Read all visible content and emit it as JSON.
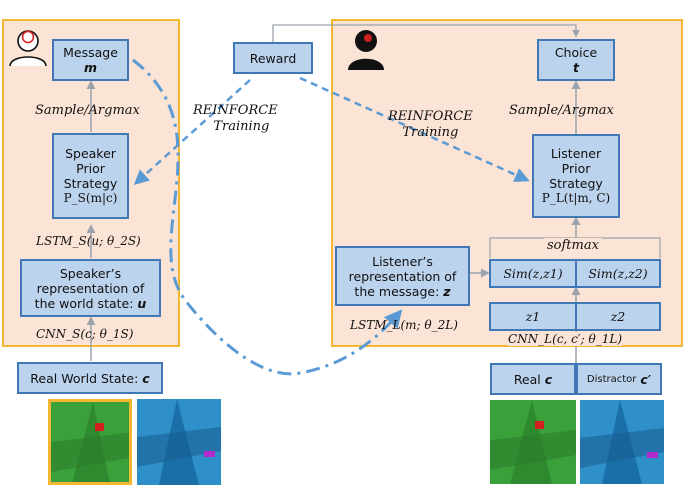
{
  "speaker": {
    "message_title": "Message",
    "message_var": "m",
    "sample_label": "Sample/Argmax",
    "strategy_lines": [
      "Speaker",
      "Prior",
      "Strategy"
    ],
    "strategy_formula": "P_S(m|c)",
    "lstm_label": "LSTM_S(u; θ_2S)",
    "repr_lines": [
      "Speaker’s",
      "representation of",
      "the world state:"
    ],
    "repr_var": "u",
    "cnn_label": "CNN_S(c; θ_1S)",
    "real_world_label": "Real World State:",
    "real_world_var": "c"
  },
  "center": {
    "reward_label": "Reward",
    "reinforce_left": [
      "REINFORCE",
      "Training"
    ],
    "reinforce_right": [
      "REINFORCE",
      "Training"
    ]
  },
  "listener": {
    "choice_title": "Choice",
    "choice_var": "t",
    "sample_label": "Sample/Argmax",
    "strategy_lines": [
      "Listener",
      "Prior",
      "Strategy"
    ],
    "strategy_formula": "P_L(t|m, C)",
    "softmax_label": "softmax",
    "sim1": "Sim(z,z1)",
    "sim2": "Sim(z,z2)",
    "z1": "z1",
    "z2": "z2",
    "cnn_label": "CNN_L(c, c′; θ_1L)",
    "repr_lines": [
      "Listener’s",
      "representation of",
      "the message:"
    ],
    "repr_var": "z",
    "lstm_label": "LSTM_L(m; θ_2L)",
    "real_label": "Real",
    "real_var": "c",
    "distractor_label": "Distractor",
    "distractor_var": "c′"
  },
  "icons": {
    "speaker_icon": "person-speaking-icon",
    "listener_icon": "person-listening-icon"
  },
  "colors": {
    "panel_fill": "#fbe3d5",
    "panel_border": "#f5b731",
    "box_fill": "#bcd3ee",
    "box_border": "#3f78b4",
    "arrow": "#5b9bd5"
  }
}
